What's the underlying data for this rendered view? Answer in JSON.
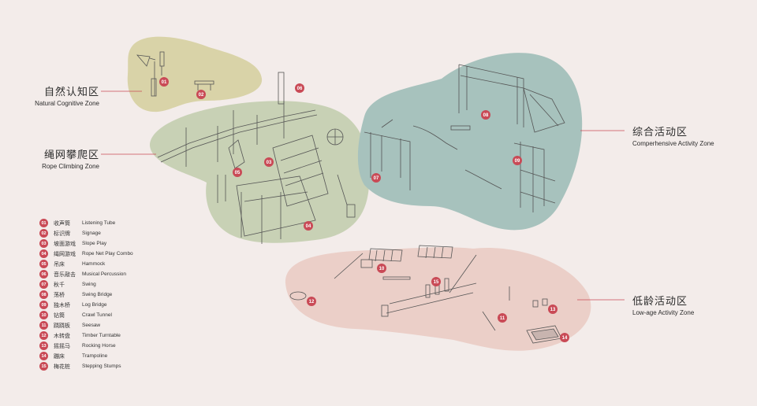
{
  "colors": {
    "background": "#f3ecea",
    "marker": "#c94a56",
    "zone_natural": "#d9d3a8",
    "zone_rope": "#c8d1b5",
    "zone_activity": "#a7c2bd",
    "zone_lowage": "#ebcfc8",
    "leader_line": "#c94a56",
    "sketch_line": "#555555"
  },
  "zones": {
    "natural": {
      "cn": "自然认知区",
      "en": "Natural Cognitive Zone"
    },
    "rope": {
      "cn": "绳网攀爬区",
      "en": "Rope Climbing Zone"
    },
    "activity": {
      "cn": "综合活动区",
      "en": "Comperhensive Activity Zone"
    },
    "lowage": {
      "cn": "低龄活动区",
      "en": "Low-age Activity Zone"
    }
  },
  "legend": [
    {
      "num": "01",
      "cn": "收声筒",
      "en": "Listening Tube"
    },
    {
      "num": "02",
      "cn": "标识牌",
      "en": "Signage"
    },
    {
      "num": "03",
      "cn": "坡面游戏",
      "en": "Slope Play"
    },
    {
      "num": "04",
      "cn": "绳网游戏",
      "en": "Rope Net Play Combo"
    },
    {
      "num": "05",
      "cn": "吊床",
      "en": "Hammock"
    },
    {
      "num": "06",
      "cn": "音乐敲击",
      "en": "Musical Percussion"
    },
    {
      "num": "07",
      "cn": "秋千",
      "en": "Swing"
    },
    {
      "num": "08",
      "cn": "荡桥",
      "en": "Swing Bridge"
    },
    {
      "num": "09",
      "cn": "独木桥",
      "en": "Log Bridge"
    },
    {
      "num": "10",
      "cn": "钻筒",
      "en": "Crawl Tunnel"
    },
    {
      "num": "11",
      "cn": "跷跷板",
      "en": "Seesaw"
    },
    {
      "num": "12",
      "cn": "木转盘",
      "en": "Timber Turntable"
    },
    {
      "num": "13",
      "cn": "摇摇马",
      "en": "Rocking Horse"
    },
    {
      "num": "14",
      "cn": "蹦床",
      "en": "Trampoline"
    },
    {
      "num": "15",
      "cn": "梅花桩",
      "en": "Stepping Stumps"
    }
  ]
}
